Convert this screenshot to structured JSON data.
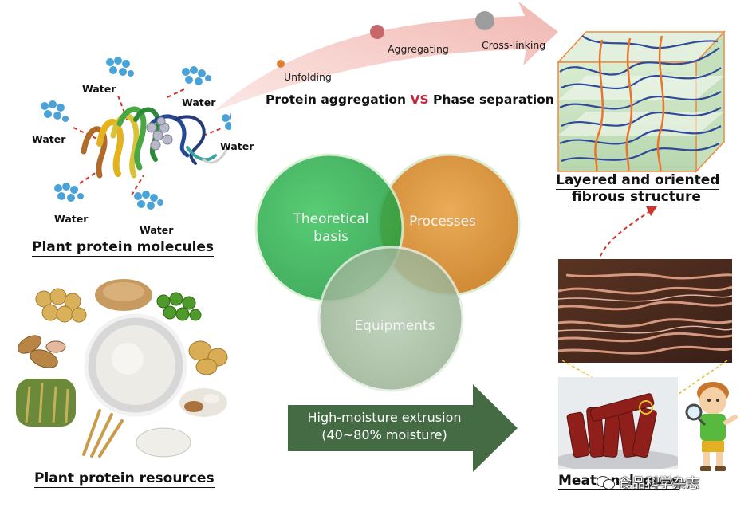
{
  "process_arrow": {
    "stages": [
      "Unfolding",
      "Aggregating",
      "Cross-linking"
    ],
    "caption_left": "Protein aggregation ",
    "caption_vs": "VS",
    "caption_right": " Phase separation",
    "colors": {
      "vs": "#c0283a",
      "stage1": "#e07f2f",
      "stage2": "#c7676a",
      "stage3": "#9d9d9d"
    }
  },
  "molecule": {
    "water_label": "Water",
    "title": "Plant protein molecules"
  },
  "resources": {
    "title": "Plant protein resources"
  },
  "venn": {
    "theory": "Theoretical\nbasis",
    "processes": "Processes",
    "equipments": "Equipments",
    "colors": {
      "theory": "#2fb04e",
      "processes": "#d98f2c",
      "equipments": "#9bb897"
    }
  },
  "extrusion": {
    "line1": "High-moisture extrusion",
    "line2": "(40~80% moisture)",
    "color": "#456b45"
  },
  "structure": {
    "title_line1": "Layered and oriented",
    "title_line2": "fibrous structure"
  },
  "meat": {
    "caption": "Meat analogues",
    "watermark": "食品科学杂志"
  }
}
